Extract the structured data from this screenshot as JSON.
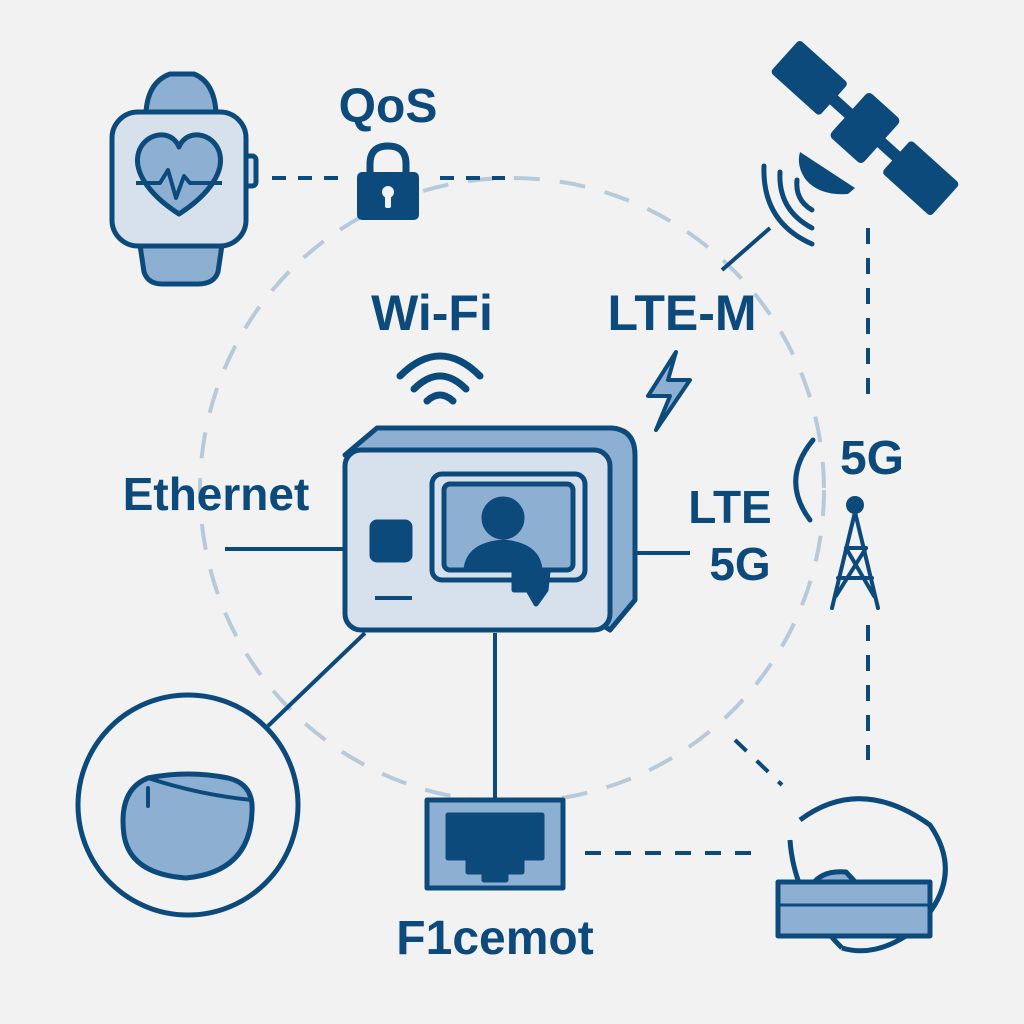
{
  "colors": {
    "background": "#f2f2f3",
    "primary": "#0d4a7c",
    "fill_light": "#d6e1ec",
    "fill_mid": "#8cafd2",
    "ring": "#b7cad9"
  },
  "labels": {
    "qos": "QoS",
    "wifi": "Wi-Fi",
    "ltem": "LTE-M",
    "ethernet": "Ethernet",
    "lte": "LTE",
    "fiveg_gateway": "5G",
    "fiveg_tower": "5G",
    "bottom_node": "F1cemot"
  },
  "icons": {
    "watch": "smartwatch-heart-icon",
    "lock": "lock-icon",
    "satellite": "satellite-icon",
    "wifi": "wifi-icon",
    "lightning": "lightning-icon",
    "gateway": "video-call-gateway-icon",
    "tower": "cell-tower-icon",
    "pod": "smart-pod-icon",
    "port": "ethernet-port-icon",
    "dock": "bed-sensor-icon"
  }
}
